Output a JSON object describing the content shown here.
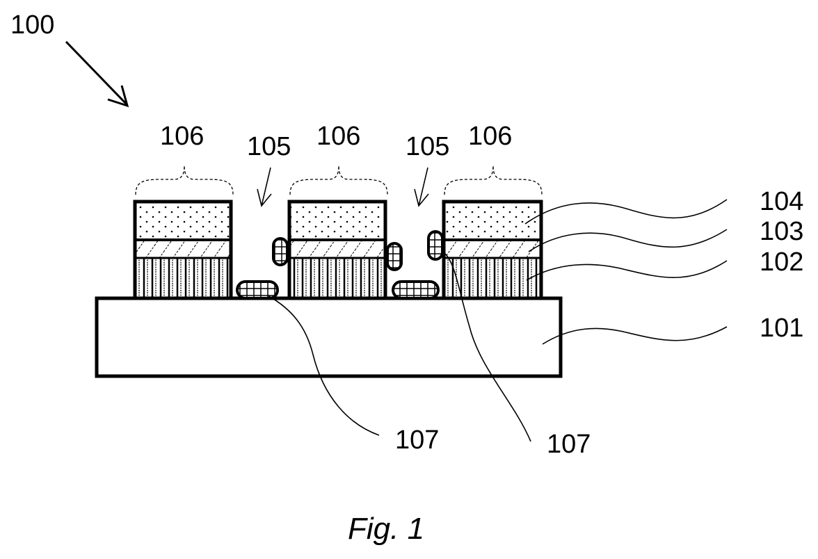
{
  "figure": {
    "caption": "Fig. 1",
    "device_label": "100",
    "colors": {
      "line": "#000000",
      "background": "#ffffff"
    }
  },
  "labels": {
    "device": "100",
    "substrate": "101",
    "layer_bottom": "102",
    "layer_middle": "103",
    "layer_top": "104",
    "gap": "105",
    "pillar": "106",
    "particle": "107"
  },
  "pillars": [
    {
      "label": "106"
    },
    {
      "label": "106"
    },
    {
      "label": "106"
    }
  ],
  "gaps": [
    {
      "label": "105"
    },
    {
      "label": "105"
    }
  ],
  "callouts_right": [
    {
      "label": "104",
      "target": "top layer"
    },
    {
      "label": "103",
      "target": "middle layer"
    },
    {
      "label": "102",
      "target": "bottom layer"
    },
    {
      "label": "101",
      "target": "substrate"
    }
  ],
  "callouts_bottom": [
    {
      "label": "107",
      "target": "residue particle"
    },
    {
      "label": "107",
      "target": "residue particle"
    }
  ]
}
